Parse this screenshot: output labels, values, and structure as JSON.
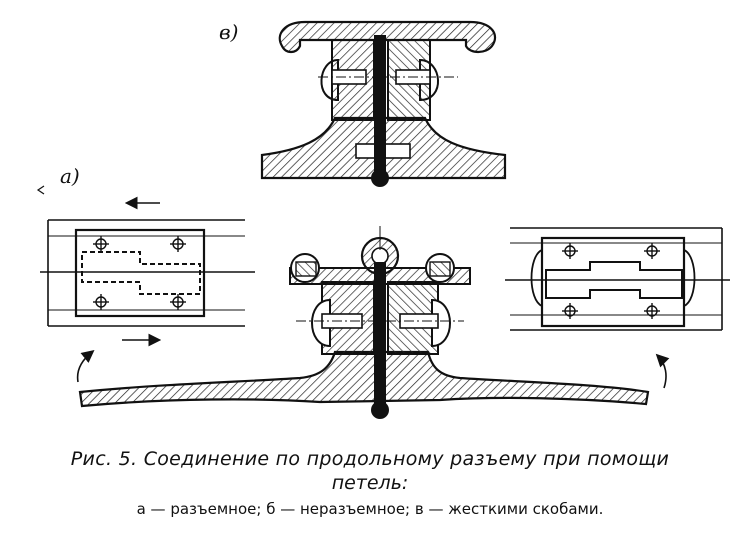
{
  "labels": {
    "top_view": "в)",
    "left_view": "а)"
  },
  "caption": {
    "title_line1": "Рис. 5. Соединение по продольному разъему при помощи",
    "title_line2": "петель:",
    "legend": "а — разъемное; б — неразъемное; в — жесткими скобами."
  }
}
